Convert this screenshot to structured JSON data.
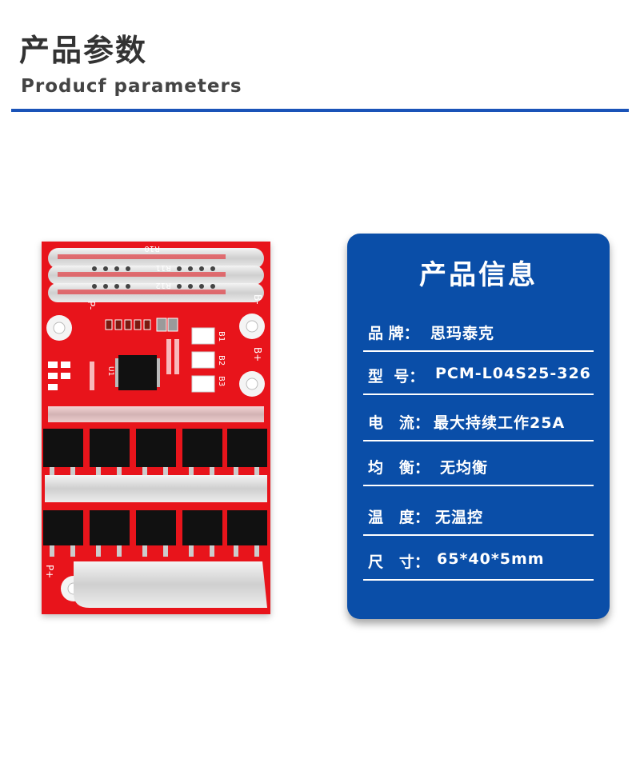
{
  "header": {
    "title_cn": "产品参数",
    "title_en": "Producf  parameters"
  },
  "board": {
    "silk": {
      "r10": "R10",
      "r11": "R11",
      "r12": "R12",
      "p_minus": "P-",
      "p_plus": "P+",
      "b_minus": "B-",
      "b_plus": "B+",
      "b1": "B1",
      "b2": "B2",
      "b3": "B3",
      "u1": "U1"
    }
  },
  "card": {
    "title": "产品信息",
    "rows": [
      {
        "label": "品 牌：",
        "value": "思玛泰克"
      },
      {
        "label": "型  号：",
        "value": "PCM-L04S25-326"
      },
      {
        "label": "电   流：",
        "value": "最大持续工作25A"
      },
      {
        "label": "均   衡：",
        "value": "无均衡"
      },
      {
        "label": "温   度：",
        "value": " 无温控"
      },
      {
        "label": "尺   寸：",
        "value": "65*40*5mm"
      }
    ]
  },
  "colors": {
    "accent_blue": "#1a53b8",
    "card_blue": "#0a4ea8",
    "pcb_red": "#e8141b"
  }
}
